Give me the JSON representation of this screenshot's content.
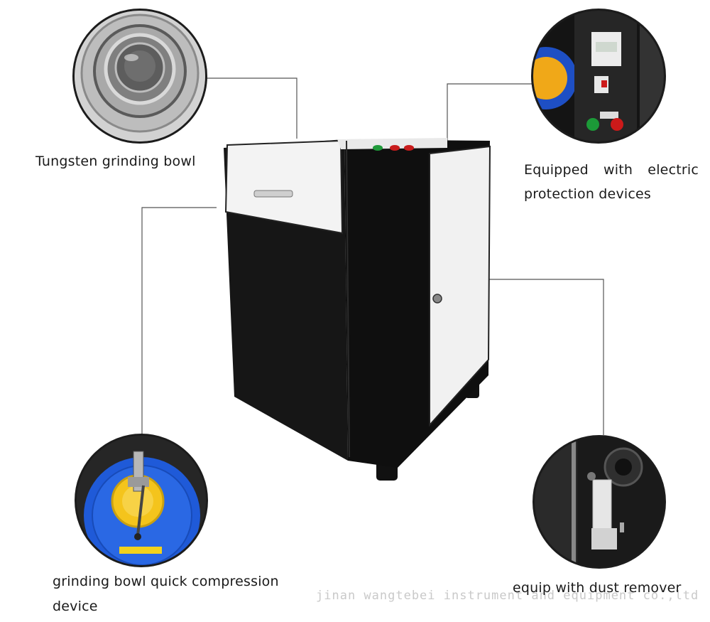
{
  "callouts": {
    "bowl": {
      "label": "Tungsten grinding bowl",
      "icon": "tungsten-bowl-photo"
    },
    "electric": {
      "line1": "Equipped with electric",
      "line2": "protection devices",
      "icon": "control-panel-photo"
    },
    "compression": {
      "line1": "grinding bowl quick compression",
      "line2": "device",
      "icon": "compression-clamp-photo"
    },
    "dust": {
      "label": "equip with dust remover",
      "icon": "dust-remover-photo"
    }
  },
  "watermark": "jinan wangtebei instrument and equipment co.,ltd",
  "colors": {
    "cabinet": "#151515",
    "panel": "#f4f4f4",
    "accent_blue": "#1e5bd6",
    "accent_yellow": "#f2c21a",
    "line": "#555555"
  }
}
